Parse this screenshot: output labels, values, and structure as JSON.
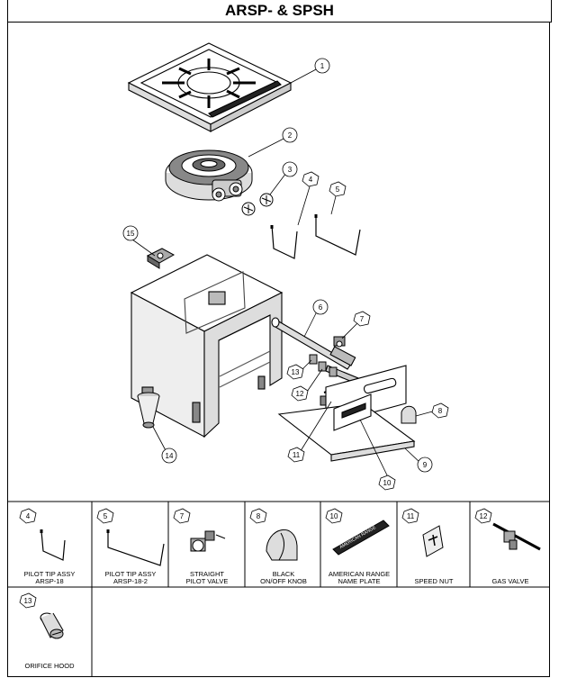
{
  "title": "ARSP- & SPSH",
  "callouts": [
    "1",
    "2",
    "3",
    "4",
    "5",
    "6",
    "7",
    "8",
    "9",
    "10",
    "11",
    "12",
    "13",
    "14",
    "15"
  ],
  "legend": [
    {
      "num": "4",
      "label_line1": "PILOT TIP ASSY",
      "label_line2": "ARSP-18"
    },
    {
      "num": "5",
      "label_line1": "PILOT TIP ASSY",
      "label_line2": "ARSP-18-2"
    },
    {
      "num": "7",
      "label_line1": "STRAIGHT",
      "label_line2": "PILOT VALVE"
    },
    {
      "num": "8",
      "label_line1": "BLACK",
      "label_line2": "ON/OFF KNOB"
    },
    {
      "num": "10",
      "label_line1": "AMERICAN RANGE",
      "label_line2": "NAME PLATE"
    },
    {
      "num": "11",
      "label_line1": "SPEED NUT",
      "label_line2": ""
    },
    {
      "num": "12",
      "label_line1": "GAS VALVE",
      "label_line2": ""
    },
    {
      "num": "13",
      "label_line1": "ORIFICE HOOD",
      "label_line2": ""
    }
  ]
}
